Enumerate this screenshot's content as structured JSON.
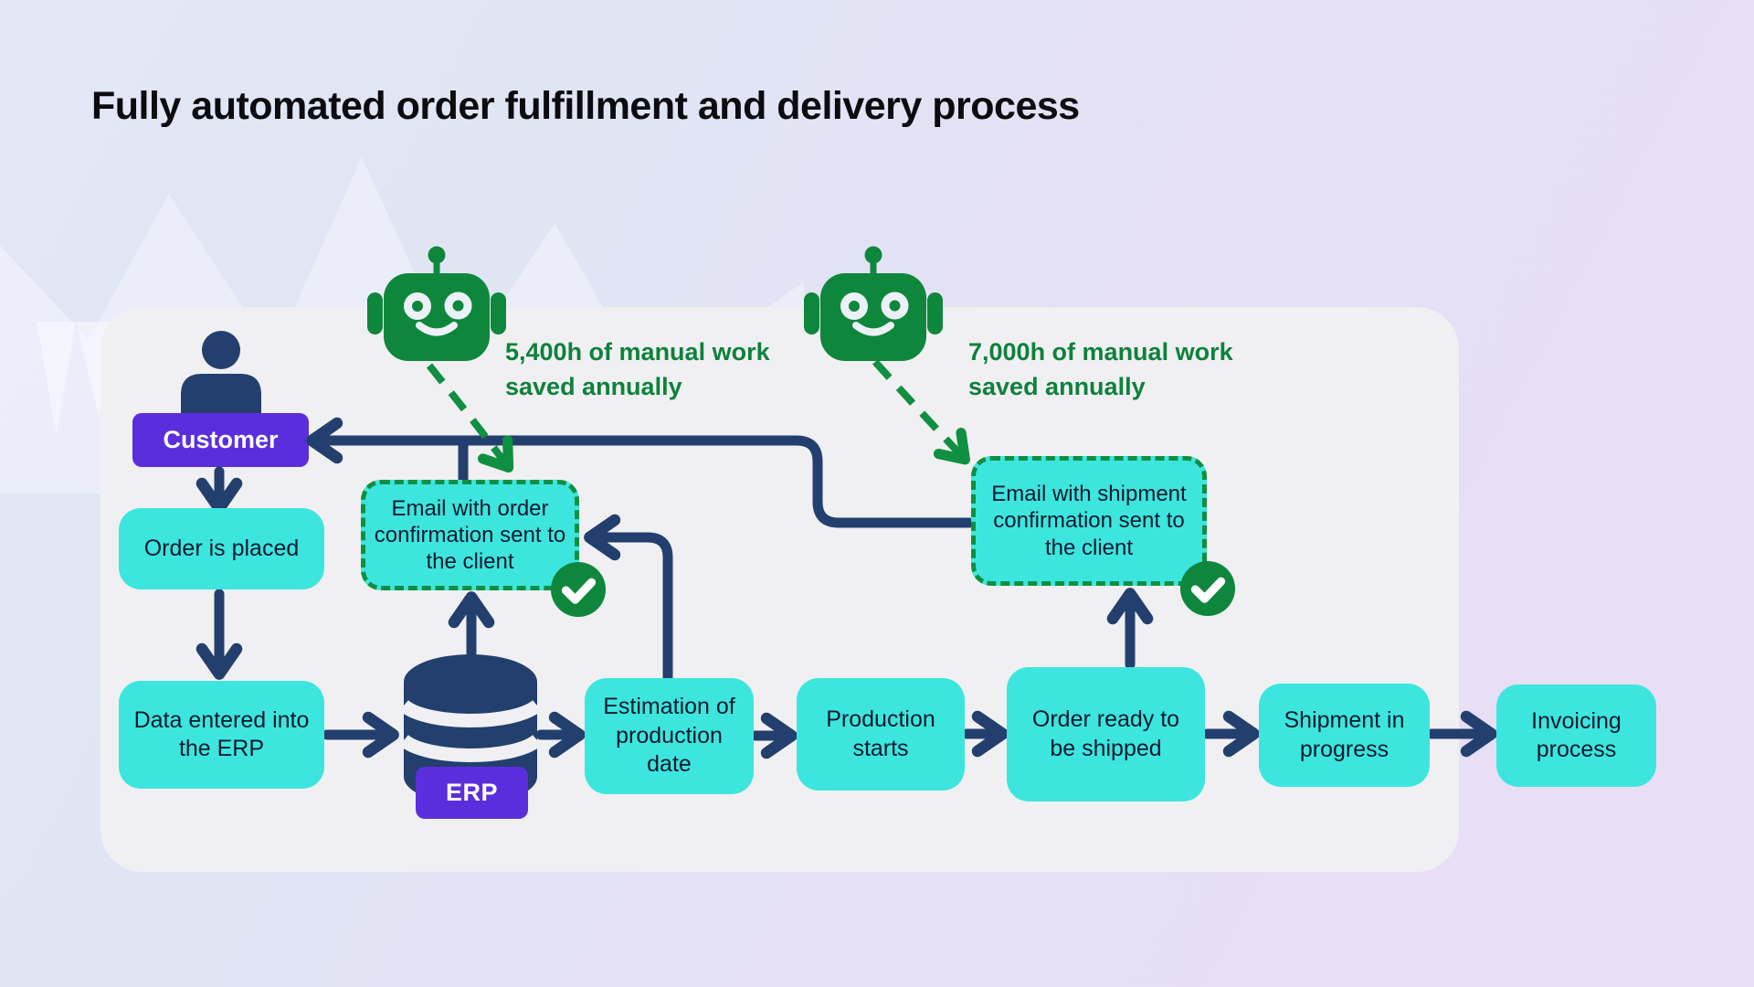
{
  "title": "Fully automated order fulfillment and delivery process",
  "palette": {
    "navy": "#233f6e",
    "cyan": "#3ce6de",
    "purple": "#5b2edd",
    "green": "#0e873c",
    "panel_gray": "#f0f0f2"
  },
  "actors": {
    "customer": "Customer",
    "erp": "ERP"
  },
  "callouts": [
    {
      "line1": "5,400h of manual work",
      "line2": "saved annually"
    },
    {
      "line1": "7,000h of manual work",
      "line2": "saved annually"
    }
  ],
  "steps": [
    "Order is placed",
    "Data entered into the ERP",
    "Estimation of production date",
    "Production starts",
    "Order ready to be shipped",
    "Shipment in progress",
    "Invoicing process"
  ],
  "emails": [
    "Email with order confirmation sent to the client",
    "Email with shipment confirmation sent to the client"
  ]
}
